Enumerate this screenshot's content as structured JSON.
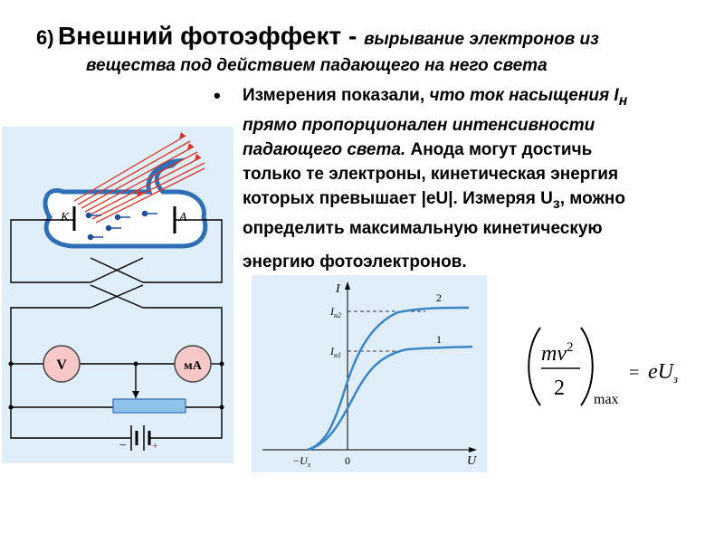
{
  "title": {
    "number": "6)",
    "heading": "Внешний фотоэффект - ",
    "subtitle_part1": "вырывание электронов из",
    "subtitle_part2": "вещества под действием падающего на него света"
  },
  "bullet": {
    "t1": "Измерения показали, ",
    "t2_italic": "что ток насыщения I",
    "t2_sub": "н",
    "t3": "прямо пропорционален интенсивности",
    "t4": "падающего света.",
    "t5": " Анода могут достичь",
    "t6": "только те электроны, кинетическая энергия",
    "t7": "которых превышает |eU|.  Измеряя U",
    "t7_sub": "з",
    "t7_end": ", можно",
    "t8": "определить максимальную кинетическую",
    "t9": "энергию фотоэлектронов."
  },
  "circuit": {
    "cathode_label": "K",
    "anode_label": "A",
    "voltmeter_label": "V",
    "ammeter_label": "мА",
    "minus_label": "−",
    "plus_label": "+",
    "colors": {
      "panel": "#dfeef8",
      "tube_outline": "#2f6fb5",
      "light_rays": "#d8362a",
      "wire": "#000000",
      "meter_fill": "#f7c8c8"
    }
  },
  "graph": {
    "y_axis_label": "I",
    "x_axis_label": "U",
    "origin_label": "0",
    "neg_voltage_label": "−U",
    "neg_voltage_sub": "з",
    "i2_label": "I",
    "i2_sub": "н2",
    "i1_label": "I",
    "i1_sub": "н1",
    "curve2_label": "2",
    "curve1_label": "1",
    "colors": {
      "panel": "#dfeef8",
      "curve": "#3b86c6"
    }
  },
  "formula": {
    "numerator_base": "mv",
    "numerator_exp": "2",
    "denominator": "2",
    "subscript": "max",
    "rhs_e": "e",
    "rhs_U": "U",
    "rhs_sub": "з",
    "equals": "="
  }
}
